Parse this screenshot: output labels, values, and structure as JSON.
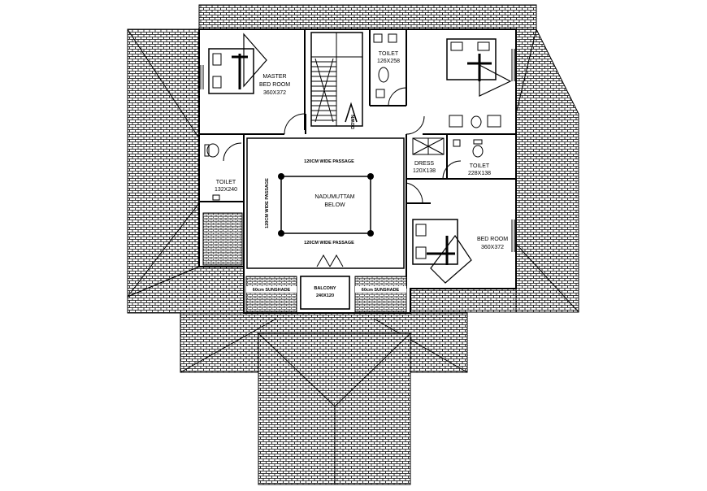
{
  "rooms": {
    "master_bedroom": {
      "name_line1": "MASTER",
      "name_line2": "BED ROOM",
      "size": "360X372"
    },
    "toilet_top": {
      "name": "TOILET",
      "size": "126X258"
    },
    "toilet_left": {
      "name": "TOILET",
      "size": "132X240"
    },
    "dress": {
      "name": "DRESS",
      "size": "120X138"
    },
    "toilet_right": {
      "name": "TOILET",
      "size": "228X138"
    },
    "bedroom": {
      "name": "BED ROOM",
      "size": "360X372"
    },
    "nadumuttam": {
      "name_line1": "NADUMUTTAM",
      "name_line2": "BELOW"
    },
    "balcony": {
      "name_line1": "BALCONY",
      "name_line2": "240X120"
    }
  },
  "passages": {
    "top": "120CM WIDE PASSAGE",
    "bottom": "120CM WIDE PASSAGE",
    "left": "120CM WIDE PASSAGE"
  },
  "stair": {
    "label": "DOWN"
  },
  "sunshades": {
    "left": "60cm SUNSHADE",
    "right": "60cm SUNSHADE"
  }
}
